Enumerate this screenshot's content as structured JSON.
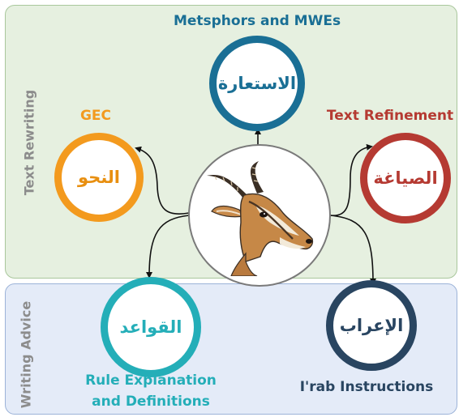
{
  "panels": {
    "rewriting_label": "Text Rewriting",
    "advice_label": "Writing Advice"
  },
  "nodes": {
    "metaphor": {
      "caption": "Metsphors and MWEs",
      "arabic": "الاستعارة",
      "color": "#1a6f95"
    },
    "gec": {
      "caption": "GEC",
      "arabic": "النحو",
      "color": "#f39a1e"
    },
    "refinement": {
      "caption": "Text Refinement",
      "arabic": "الصياغة",
      "color": "#b53a32"
    },
    "rules": {
      "caption_line1": "Rule Explanation",
      "caption_line2": "and Definitions",
      "arabic": "القواعد",
      "color": "#24aeb8"
    },
    "irab": {
      "caption": "I'rab Instructions",
      "arabic": "الإعراب",
      "color": "#294561"
    }
  },
  "center": {
    "icon": "gazelle-head-icon"
  }
}
